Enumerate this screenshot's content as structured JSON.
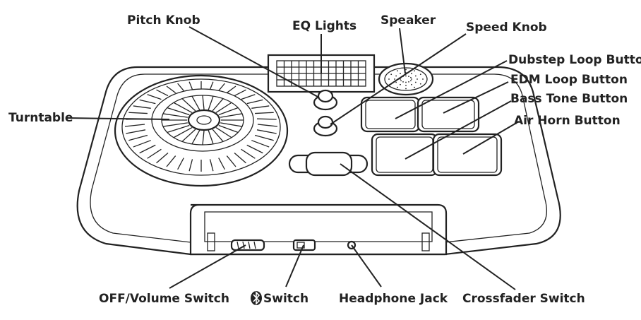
{
  "labels": {
    "pitch_knob": "Pitch Knob",
    "eq_lights": "EQ Lights",
    "speaker": "Speaker",
    "speed_knob": "Speed Knob",
    "dubstep_loop_button": "Dubstep Loop Button",
    "edm_loop_button": "EDM Loop Button",
    "bass_tone_button": "Bass Tone Button",
    "air_horn_button": "Air Horn Button",
    "turntable": "Turntable",
    "off_volume_switch": "OFF/Volume Switch",
    "bluetooth_switch": "Switch",
    "headphone_jack": "Headphone Jack",
    "crossfader_switch": "Crossfader Switch"
  },
  "icons": {
    "bluetooth": "bluetooth-icon"
  }
}
